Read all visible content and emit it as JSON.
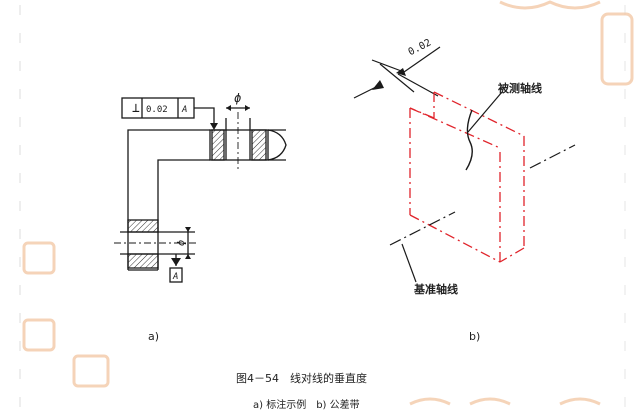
{
  "fig_a": {
    "tolerance_symbol": "⊥",
    "tolerance_value": "0.02",
    "datum_ref": "A",
    "diameter_symbol": "ϕ",
    "datum_label": "A",
    "panel_label": "a)"
  },
  "fig_b": {
    "width_label": "0.02",
    "measured_axis_label": "被测轴线",
    "datum_axis_label": "基准轴线",
    "panel_label": "b)"
  },
  "caption": {
    "title": "图4－54　线对线的垂直度",
    "subtitle": "a) 标注示例　b) 公差带"
  },
  "colors": {
    "black_line": "#1a1a1a",
    "red_line": "#e0242b",
    "hatch": "#333333",
    "watermark": "#f3c9a7"
  }
}
